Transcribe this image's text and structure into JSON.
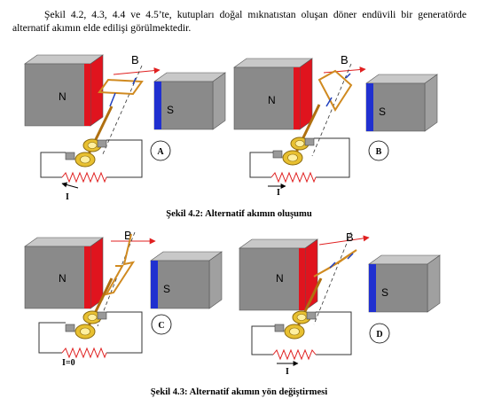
{
  "intro_text": "Şekil 4.2, 4.3, 4.4 ve 4.5’te, kutupları doğal mıknatıstan oluşan döner endüvili bir generatörde alternatif akımın elde edilişi görülmektedir.",
  "figures": [
    {
      "caption": "Şekil 4.2: Alternatif akımın oluşumu",
      "panels": [
        {
          "letter": "A",
          "north": "N",
          "south": "S",
          "field": "B",
          "current": "I"
        },
        {
          "letter": "B",
          "north": "N",
          "south": "S",
          "field": "B",
          "current": "I"
        }
      ]
    },
    {
      "caption": "Şekil 4.3: Alternatif akımın yön değiştirmesi",
      "panels": [
        {
          "letter": "C",
          "north": "N",
          "south": "S",
          "field": "B",
          "current": "I=0"
        },
        {
          "letter": "D",
          "north": "N",
          "south": "S",
          "field": "B",
          "current": "I"
        }
      ]
    }
  ],
  "colors": {
    "magnet_front": "#8a8a8a",
    "magnet_top": "#c8c8c8",
    "magnet_side": "#a0a0a0",
    "north_pole": "#e0141e",
    "south_pole": "#2030d0",
    "coil": "#d08a20",
    "slip_ring": "#e8c030",
    "field_arrow": "#e02020",
    "current_arrow": "#2040c0",
    "resistor": "#e02020"
  }
}
